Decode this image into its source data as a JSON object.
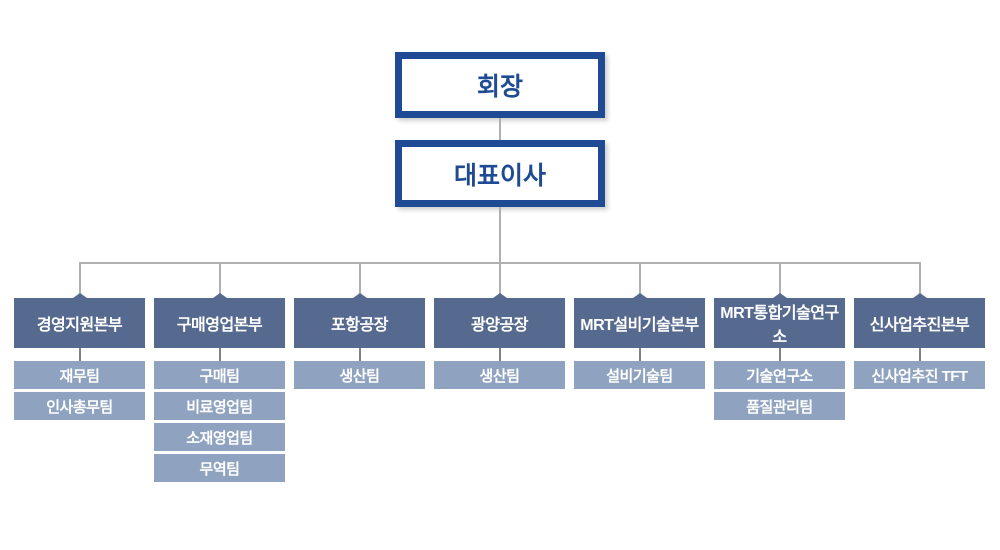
{
  "chart_type": "organization-chart",
  "executives": {
    "chairman": "회장",
    "ceo": "대표이사"
  },
  "departments": [
    {
      "name": "경영지원본부",
      "teams": [
        "재무팀",
        "인사총무팀"
      ]
    },
    {
      "name": "구매영업본부",
      "teams": [
        "구매팀",
        "비료영업팀",
        "소재영업팀",
        "무역팀"
      ]
    },
    {
      "name": "포항공장",
      "teams": [
        "생산팀"
      ]
    },
    {
      "name": "광양공장",
      "teams": [
        "생산팀"
      ]
    },
    {
      "name": "MRT설비기술본부",
      "teams": [
        "설비기술팀"
      ]
    },
    {
      "name": "MRT통합기술연구소",
      "teams": [
        "기술연구소",
        "품질관리팀"
      ]
    },
    {
      "name": "신사업추진본부",
      "teams": [
        "신사업추진 TFT"
      ]
    }
  ],
  "colors": {
    "executive_border": "#1e4b94",
    "executive_text": "#1e4b94",
    "department_bg": "#56698f",
    "team_bg": "#8fa3c0",
    "connector": "#b0b0b0",
    "connector_dark": "#808080",
    "background": "#ffffff",
    "text_on_fill": "#ffffff"
  }
}
